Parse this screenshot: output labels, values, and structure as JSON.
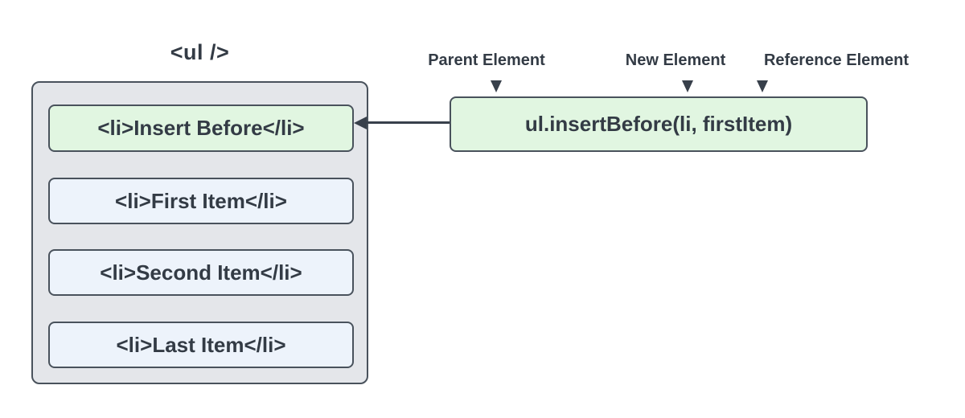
{
  "diagram": {
    "title": "<ul />",
    "list": {
      "items": [
        {
          "label": "<li>Insert Before</li>",
          "variant": "green"
        },
        {
          "label": "<li>First Item</li>",
          "variant": "blue"
        },
        {
          "label": "<li>Second Item</li>",
          "variant": "blue"
        },
        {
          "label": "<li>Last Item</li>",
          "variant": "blue"
        }
      ]
    },
    "annotations": {
      "parent": "Parent Element",
      "new": "New Element",
      "reference": "Reference Element"
    },
    "code": "ul.insertBefore(li, firstItem)",
    "colors": {
      "green_fill": "#e1f6e1",
      "blue_fill": "#edf3fb",
      "gray_fill": "#e4e6ea",
      "border": "#49525c",
      "text": "#333b45",
      "arrow": "#38404b"
    }
  }
}
